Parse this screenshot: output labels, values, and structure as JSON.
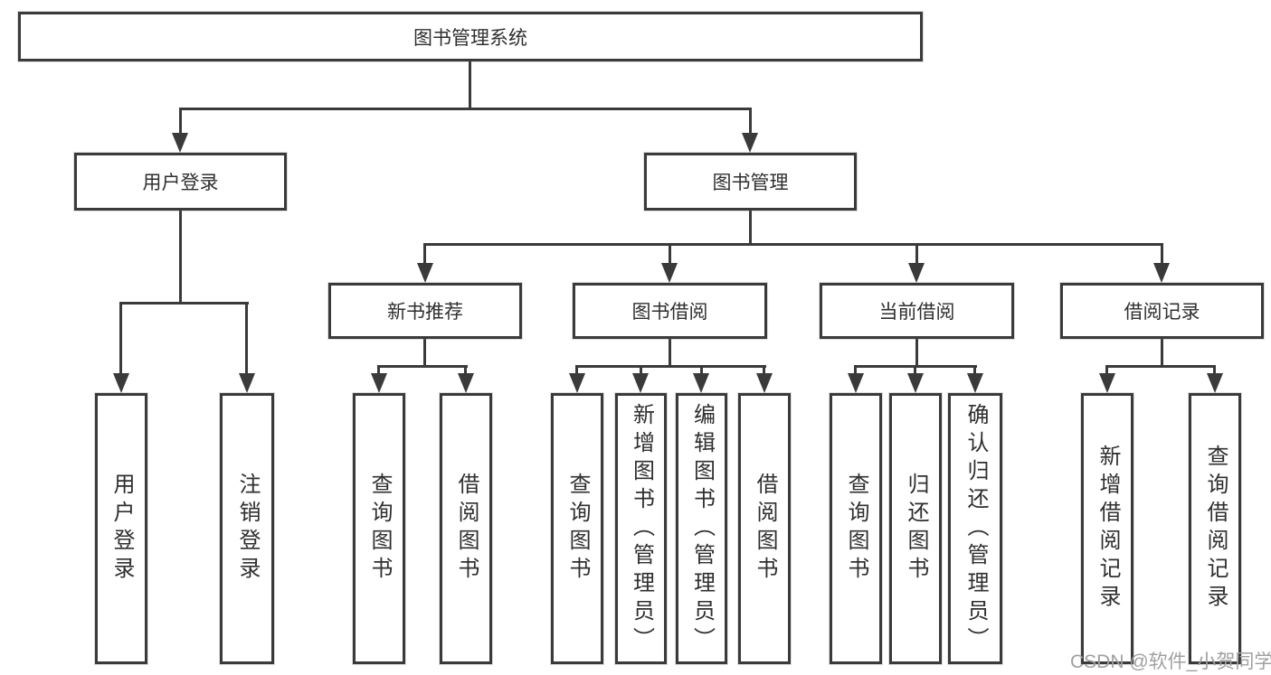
{
  "diagram": {
    "root": "图书管理系统",
    "level2": {
      "user_login": "用户登录",
      "book_mgmt": "图书管理"
    },
    "level3": {
      "new_books": "新书推荐",
      "book_borrow": "图书借阅",
      "current_borrow": "当前借阅",
      "borrow_records": "借阅记录"
    },
    "leaves": {
      "user_login": [
        "用户登录",
        "注销登录"
      ],
      "new_books": [
        "查询图书",
        "借阅图书"
      ],
      "book_borrow": [
        "查询图书",
        "新增图书（管理员）",
        "编辑图书（管理员）",
        "借阅图书"
      ],
      "current_borrow": [
        "查询图书",
        "归还图书",
        "确认归还（管理员）"
      ],
      "borrow_records": [
        "新增借阅记录",
        "查询借阅记录"
      ]
    },
    "colors": {
      "line": "#3a3a3a",
      "text": "#2f2f2f",
      "background": "#ffffff",
      "watermark": "#a0a0a0"
    },
    "watermark": "CSDN @软件_小贺同学"
  }
}
